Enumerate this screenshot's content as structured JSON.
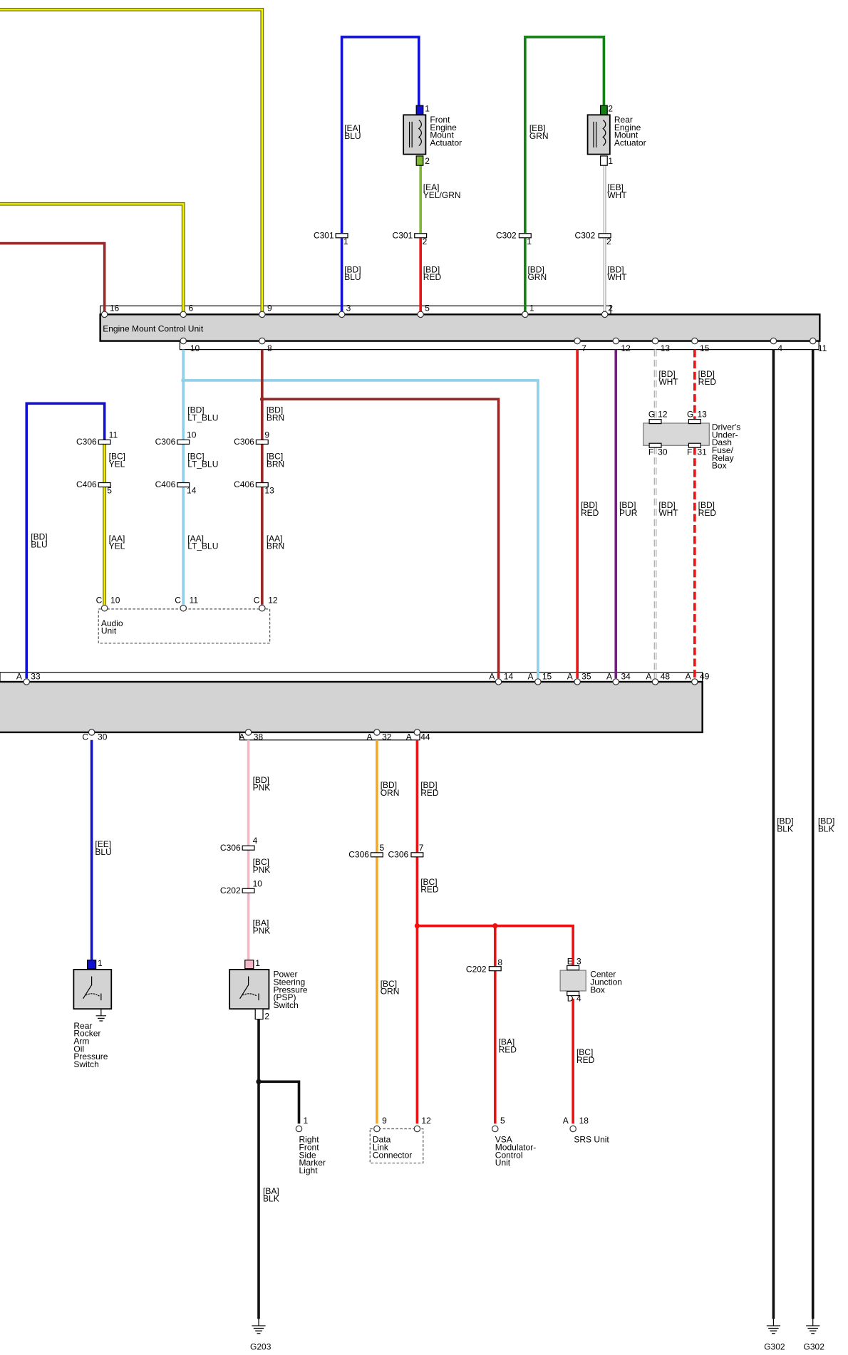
{
  "modules": {
    "emcu": "Engine Mount Control Unit",
    "audio": "Audio\nUnit",
    "fuse_box": "Driver's\nUnder-\nDash\nFuse/\nRelay\nBox",
    "front_actuator": "Front\nEngine\nMount\nActuator",
    "rear_actuator": "Rear\nEngine\nMount\nActuator",
    "rear_rocker": "Rear\nRocker\nArm\nOil\nPressure\nSwitch",
    "psp": "Power\nSteering\nPressure\n(PSP)\nSwitch",
    "marker": "Right\nFront\nSide\nMarker\nLight",
    "dlc": "Data\nLink\nConnector",
    "vsa": "VSA\nModulator-\nControl\nUnit",
    "junction": "Center\nJunction\nBox",
    "srs": "SRS Unit"
  },
  "grounds": [
    "G203",
    "G302",
    "G302"
  ],
  "colors": {
    "BLU": "#1010d0",
    "YEL": "#e6e600",
    "GRN": "#138013",
    "WHT": "#d0d0d0",
    "RED": "#ee1111",
    "BRN": "#962828",
    "LT_BLU": "#8fcfe8",
    "PUR": "#7a1a88",
    "BLK": "#111111",
    "PNK": "#f4b8c8",
    "ORN": "#f5a623",
    "YEL/GRN": "#7fb832"
  },
  "labels": [
    "[EA]\nBLU",
    "[EA]\nYEL/GRN",
    "[EB]\nGRN",
    "[EB]\nWHT",
    "[BD]\nBLU",
    "[BD]\nRED",
    "[BD]\nGRN",
    "[BD]\nWHT",
    "[BD]\nLT_BLU",
    "[BC]\nLT_BLU",
    "[AA]\nLT_BLU",
    "[BD]\nBRN",
    "[BC]\nBRN",
    "[AA]\nBRN",
    "[BC]\nYEL",
    "[AA]\nYEL",
    "[BD]\nBLU",
    "[BD]\nWHT",
    "[BD]\nRED",
    "[BD]\nRED",
    "[BD]\nPUR",
    "[BD]\nWHT",
    "[BD]\nRED",
    "[EE]\nBLU",
    "[BD]\nPNK",
    "[BC]\nPNK",
    "[BA]\nPNK",
    "[BD]\nORN",
    "[BC]\nORN",
    "[BD]\nRED",
    "[BC]\nRED",
    "[BA]\nRED",
    "[BC]\nRED",
    "[BA]\nBLK",
    "[BD]\nBLK",
    "[BD]\nBLK"
  ],
  "texts": [
    "16",
    "6",
    "9",
    "3",
    "5",
    "1",
    "2",
    "10",
    "8",
    "7",
    "12",
    "13",
    "15",
    "4",
    "11",
    "C301",
    "1",
    "C301",
    "2",
    "C302",
    "1",
    "C302",
    "2",
    "1",
    "2",
    "2",
    "1",
    "C306",
    "11",
    "C406",
    "5",
    "C306",
    "10",
    "C406",
    "14",
    "C306",
    "9",
    "C406",
    "13",
    "C",
    "10",
    "C",
    "11",
    "C",
    "12",
    "G",
    "12",
    "F",
    "30",
    "G",
    "13",
    "F",
    "31",
    "A",
    "33",
    "A",
    "14",
    "A",
    "15",
    "A",
    "35",
    "A",
    "34",
    "A",
    "48",
    "A",
    "49",
    "C",
    "30",
    "A",
    "38",
    "A",
    "32",
    "A",
    "44",
    "C306",
    "4",
    "C202",
    "10",
    "C306",
    "5",
    "C306",
    "7",
    "C202",
    "8",
    "1",
    "1",
    "2",
    "E",
    "3",
    "D",
    "4",
    "1",
    "9",
    "12",
    "5",
    "A",
    "18"
  ]
}
